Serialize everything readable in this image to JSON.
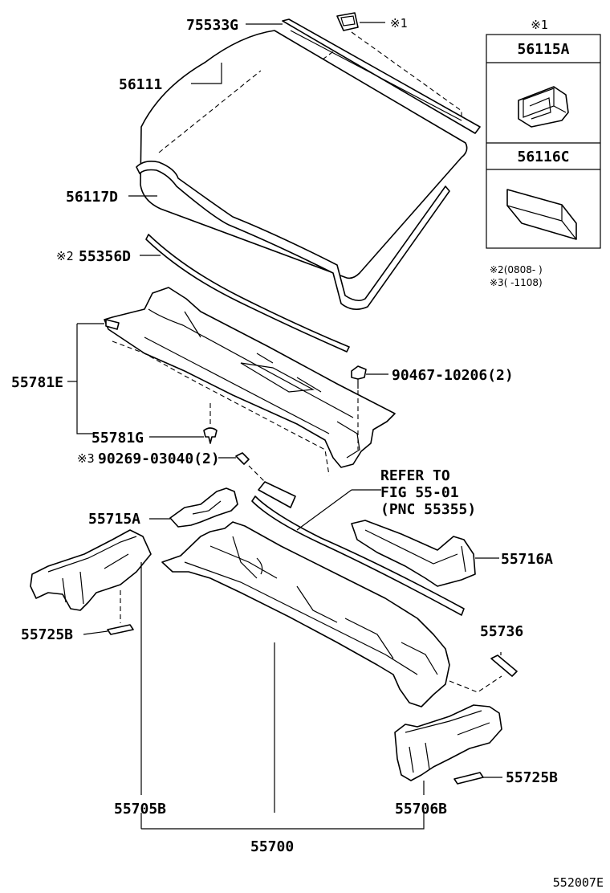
{
  "diagram": {
    "part_labels": {
      "p75533G": "75533G",
      "p56111": "56111",
      "p56117D": "56117D",
      "p55356D": "55356D",
      "p55781E": "55781E",
      "p55781G": "55781G",
      "p90269": "90269-03040(2)",
      "p90467": "90467-10206(2)",
      "p55715A": "55715A",
      "p55716A": "55716A",
      "p55725B_left": "55725B",
      "p55736": "55736",
      "p55725B_right": "55725B",
      "p55705B": "55705B",
      "p55706B": "55706B",
      "p55700": "55700"
    },
    "notes": {
      "note1_mark": "※1",
      "note2_mark": "※2",
      "note3_mark": "※3",
      "legend_header": "※1",
      "legend_item1": "56115A",
      "legend_item2": "56116C",
      "legend_note2": "※2(0808-    )",
      "legend_note3": "※3(    -1108)"
    },
    "refer": {
      "line1": "REFER TO",
      "line2": "FIG 55-01",
      "line3": "(PNC 55355)"
    },
    "figure_code": "552007E"
  }
}
